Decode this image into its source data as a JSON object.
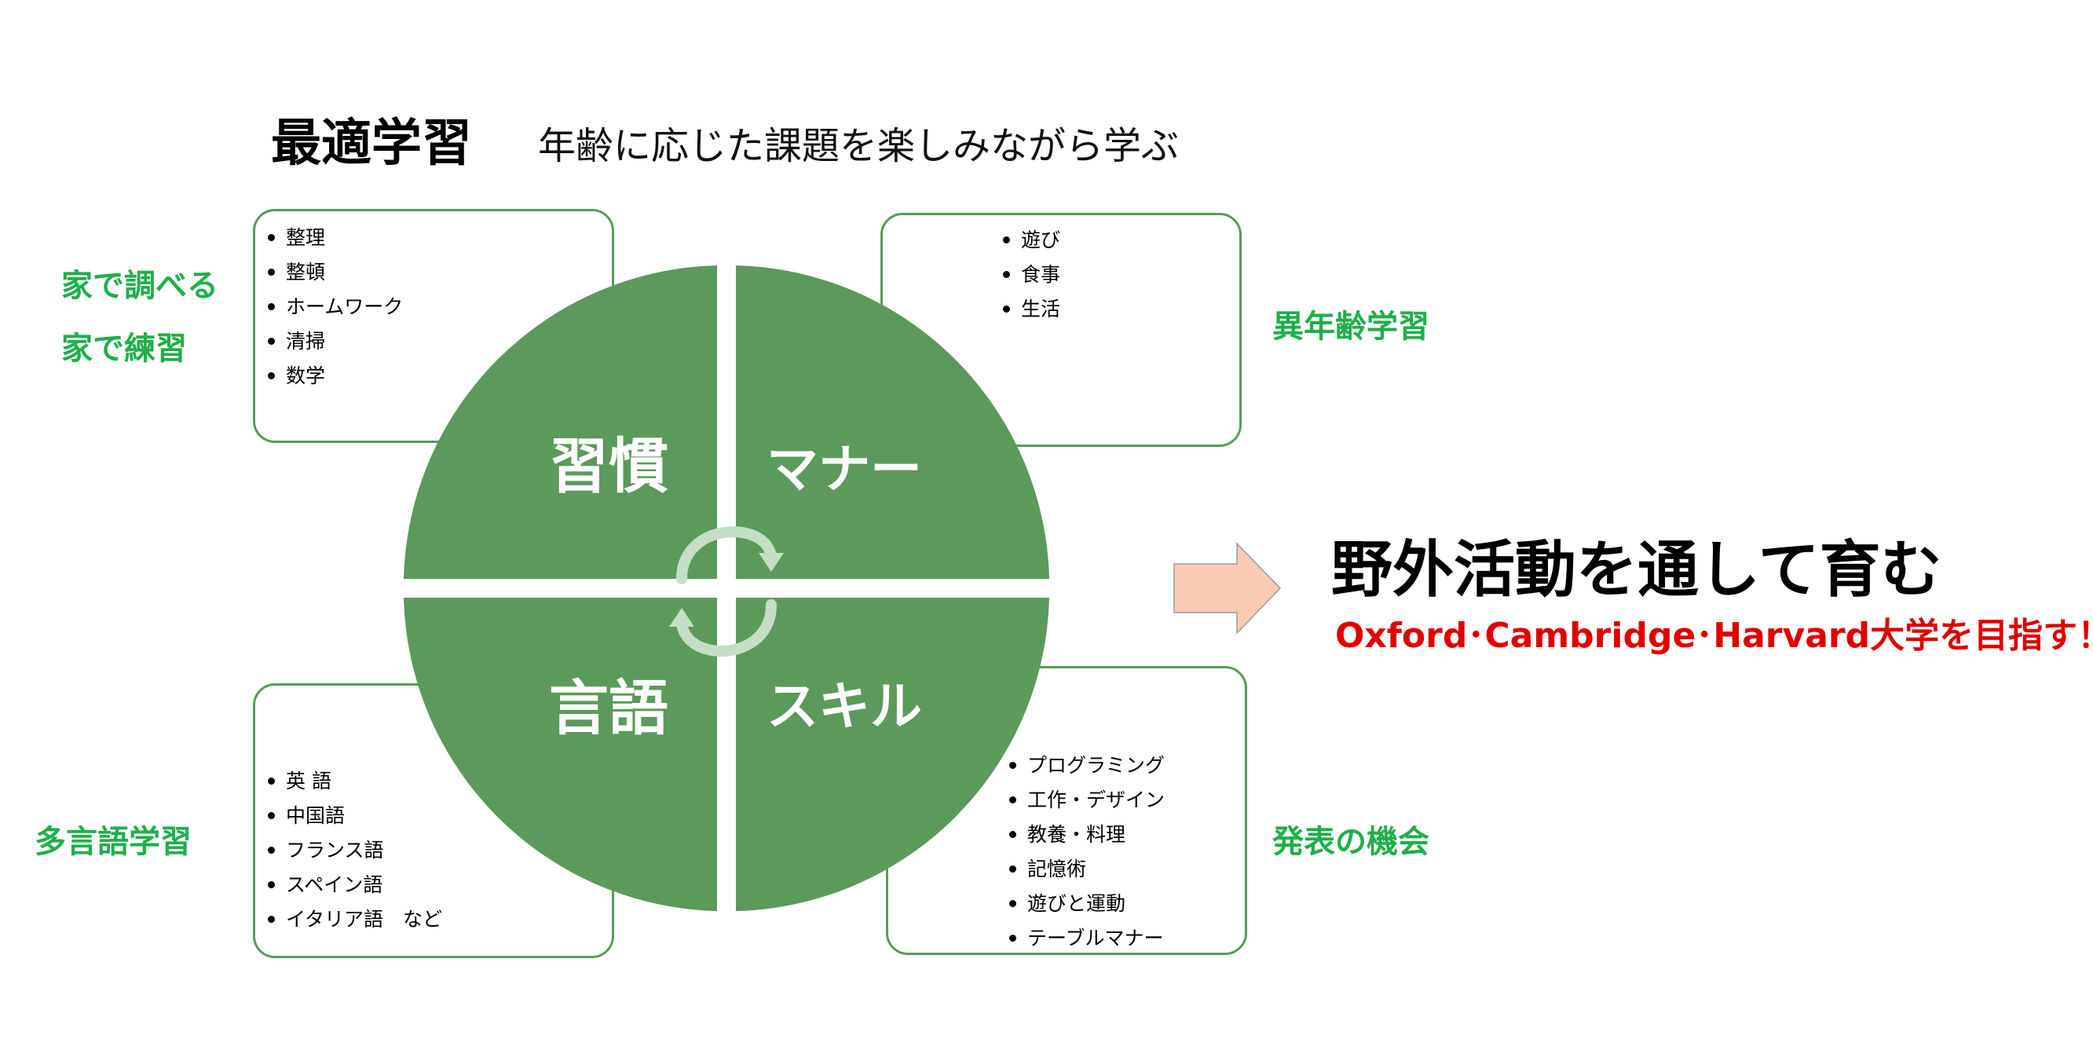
{
  "title": {
    "main": "最適学習",
    "subtitle": "年齢に応じた課題を楽しみながら学ぶ"
  },
  "quadrants": [
    {
      "label": "習慣"
    },
    {
      "label": "マナー"
    },
    {
      "label": "言語"
    },
    {
      "label": "スキル"
    }
  ],
  "boxes": {
    "top_left": {
      "items": [
        "整理",
        "整頓",
        "ホームワーク",
        "清掃",
        "数学"
      ]
    },
    "top_right": {
      "items": [
        "遊び",
        "食事",
        "生活"
      ]
    },
    "bottom_left": {
      "items": [
        "英 語",
        "中国語",
        "フランス語",
        "スペイン語",
        "イタリア語　など"
      ]
    },
    "bottom_right": {
      "items": [
        "プログラミング",
        "工作・デザイン",
        "教養・料理",
        "記憶術",
        "遊びと運動",
        "テーブルマナー"
      ]
    }
  },
  "side_labels": {
    "left_top_1": "家で調べる",
    "left_top_2": "家で練習",
    "right_top": "異年齢学習",
    "left_bottom": "多言語学習",
    "right_bottom": "発表の機会"
  },
  "headline": "野外活動を通して育む",
  "subheadline": "Oxford･Cambridge･Harvard大学を目指す！",
  "colors": {
    "circle_green": "#5b9a5b",
    "label_green": "#1faf4a",
    "arrow_fill": "#fcc9b2",
    "arrow_stroke": "#9c9c9c",
    "subheadline_red": "#e00000",
    "cycle_arrow": "#c5dec5"
  },
  "icons": {
    "cycle": "circular-refresh-arrows",
    "next": "right-arrow"
  }
}
